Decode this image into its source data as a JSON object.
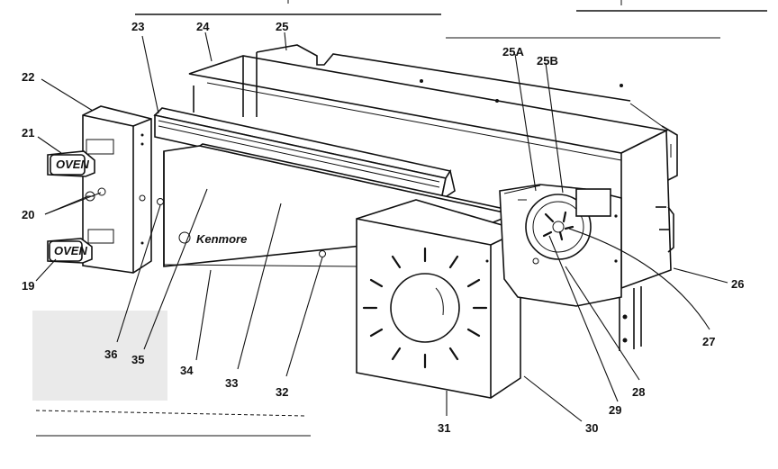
{
  "callouts": [
    {
      "id": "19",
      "label": "19"
    },
    {
      "id": "20",
      "label": "20"
    },
    {
      "id": "21",
      "label": "21"
    },
    {
      "id": "22",
      "label": "22"
    },
    {
      "id": "23",
      "label": "23"
    },
    {
      "id": "24",
      "label": "24"
    },
    {
      "id": "25",
      "label": "25"
    },
    {
      "id": "25A",
      "label": "25A"
    },
    {
      "id": "25B",
      "label": "25B"
    },
    {
      "id": "26",
      "label": "26"
    },
    {
      "id": "27",
      "label": "27"
    },
    {
      "id": "28",
      "label": "28"
    },
    {
      "id": "29",
      "label": "29"
    },
    {
      "id": "30",
      "label": "30"
    },
    {
      "id": "31",
      "label": "31"
    },
    {
      "id": "32",
      "label": "32"
    },
    {
      "id": "33",
      "label": "33"
    },
    {
      "id": "34",
      "label": "34"
    },
    {
      "id": "35",
      "label": "35"
    },
    {
      "id": "36",
      "label": "36"
    }
  ],
  "panel_labels": {
    "oven_button_upper": "OVEN",
    "oven_button_lower": "OVEN",
    "brand_script": "Kenmore"
  }
}
